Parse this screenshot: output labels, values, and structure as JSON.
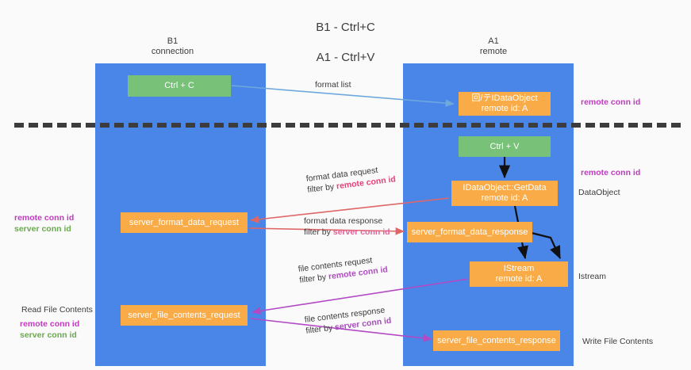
{
  "title": {
    "line1": "B1 - Ctrl+C",
    "line2": "A1 - Ctrl+V"
  },
  "columns": [
    {
      "id": "b1",
      "line1": "B1",
      "line2": "connection"
    },
    {
      "id": "a1",
      "line1": "A1",
      "line2": "remote"
    }
  ],
  "boxes": {
    "ctrl_c": {
      "line1": "Ctrl + C",
      "line2": "",
      "color": "#77c278"
    },
    "idataobject": {
      "line1": "回/テIDataObject",
      "line2": "remote id: A",
      "color": "#f9ab48"
    },
    "ctrl_v": {
      "line1": "Ctrl + V",
      "line2": "",
      "color": "#77c278"
    },
    "getdata": {
      "line1": "IDataObject::GetData",
      "line2": "remote id: A",
      "color": "#f9ab48"
    },
    "server_format_data_request": {
      "line1": "server_format_data_request",
      "line2": "",
      "color": "#f9ab48"
    },
    "server_format_data_response": {
      "line1": "server_format_data_response",
      "line2": "",
      "color": "#f9ab48"
    },
    "istream": {
      "line1": "IStream",
      "line2": "remote id: A",
      "color": "#f9ab48"
    },
    "server_file_contents_request": {
      "line1": "server_file_contents_request",
      "line2": "",
      "color": "#f9ab48"
    },
    "server_file_contents_response": {
      "line1": "server_file_contents_response",
      "line2": "",
      "color": "#f9ab48"
    }
  },
  "edge_labels": {
    "format_list": {
      "text": "format list"
    },
    "format_data_request": {
      "line1": "format data request",
      "filter_prefix": "filter by ",
      "filter_key": "remote conn id"
    },
    "format_data_response": {
      "line1": "format data response",
      "filter_prefix": "filter by ",
      "filter_key": "server conn id"
    },
    "file_contents_request": {
      "line1": "file contents request",
      "filter_prefix": "filter by ",
      "filter_key": "remote conn id"
    },
    "file_contents_response": {
      "line1": "file contents response",
      "filter_prefix": "filter by ",
      "filter_key": "server conn id"
    }
  },
  "annotations": {
    "right_remote_conn_id_top": "remote conn id",
    "right_remote_conn_id_mid": "remote conn id",
    "dataobject": "DataObject",
    "istream": "Istream",
    "write_file_contents": "Write File Contents",
    "left_remote_conn_id": "remote conn id",
    "left_server_conn_id": "server conn id",
    "read_file_contents": "Read File Contents",
    "left_remote_conn_id_2": "remote conn id",
    "left_server_conn_id_2": "server conn id"
  },
  "colors": {
    "lane": "#4a86e8",
    "green_box": "#77c278",
    "orange_box": "#f9ab48",
    "background": "#fafafa",
    "divider": "#3c3c3c",
    "arrow_format_list": "#6fa8dc",
    "arrow_format_data": "#e06666",
    "arrow_file_contents": "#b24ac4",
    "arrow_black": "#000000",
    "magenta_text": "#c039c0",
    "green_text": "#6aa84f"
  }
}
